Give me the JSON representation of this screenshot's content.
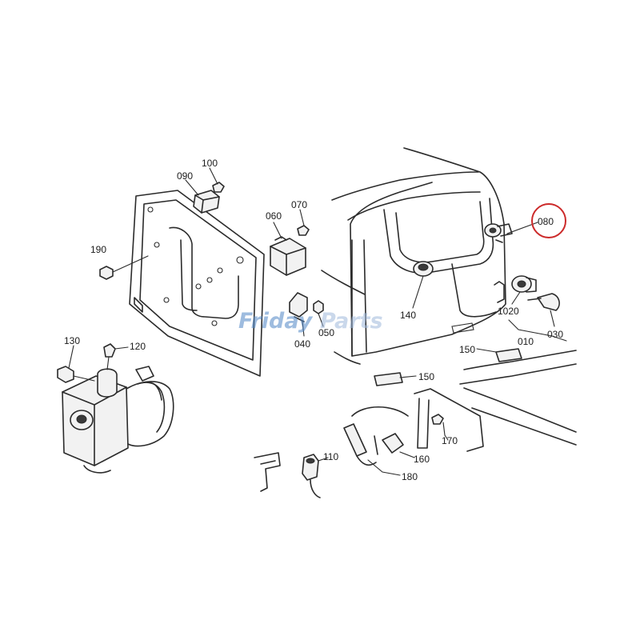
{
  "watermark": {
    "part1": "Friday",
    "part2": "Parts"
  },
  "highlight_color": "#cc2a2a",
  "callouts": [
    {
      "id": "c100",
      "text": "100"
    },
    {
      "id": "c090",
      "text": "090"
    },
    {
      "id": "c070",
      "text": "070"
    },
    {
      "id": "c060",
      "text": "060"
    },
    {
      "id": "c190",
      "text": "190"
    },
    {
      "id": "c080",
      "text": "080",
      "highlighted": true
    },
    {
      "id": "c140",
      "text": "140"
    },
    {
      "id": "c1020",
      "text": "1020"
    },
    {
      "id": "c030",
      "text": "030"
    },
    {
      "id": "c010",
      "text": "010"
    },
    {
      "id": "c050",
      "text": "050"
    },
    {
      "id": "c040",
      "text": "040"
    },
    {
      "id": "c130",
      "text": "130"
    },
    {
      "id": "c120",
      "text": "120"
    },
    {
      "id": "c150a",
      "text": "150"
    },
    {
      "id": "c150b",
      "text": "150"
    },
    {
      "id": "c170",
      "text": "170"
    },
    {
      "id": "c160",
      "text": "160"
    },
    {
      "id": "c110",
      "text": "110"
    },
    {
      "id": "c180",
      "text": "180"
    }
  ]
}
